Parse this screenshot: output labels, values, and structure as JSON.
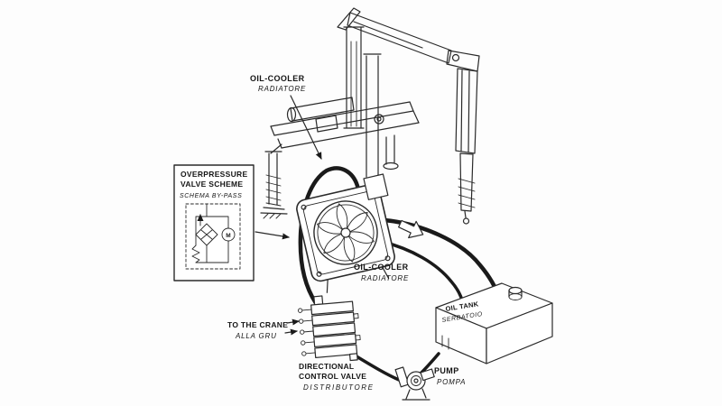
{
  "colors": {
    "ink": "#2a2a2a",
    "hose": "#1a1a1a",
    "paper": "#fdfdfd"
  },
  "labels": {
    "oil_cooler_top": {
      "name": "OIL-COOLER",
      "translation": "RADIATORE"
    },
    "overpressure_box": {
      "title_line1": "OVERPRESSURE",
      "title_line2": "VALVE SCHEME",
      "subtitle": "SCHEMA BY-PASS",
      "motor_letter": "M"
    },
    "oil_cooler_main": {
      "name": "OIL-COOLER",
      "translation": "RADIATORE"
    },
    "to_the_crane": {
      "name": "TO THE CRANE",
      "translation": "ALLA GRU"
    },
    "directional_valve": {
      "name_line1": "DIRECTIONAL",
      "name_line2": "CONTROL VALVE",
      "translation": "DISTRIBUTORE"
    },
    "oil_tank": {
      "name": "OIL TANK",
      "translation": "SERBATOIO"
    },
    "pump": {
      "name": "PUMP",
      "translation": "POMPA"
    }
  }
}
